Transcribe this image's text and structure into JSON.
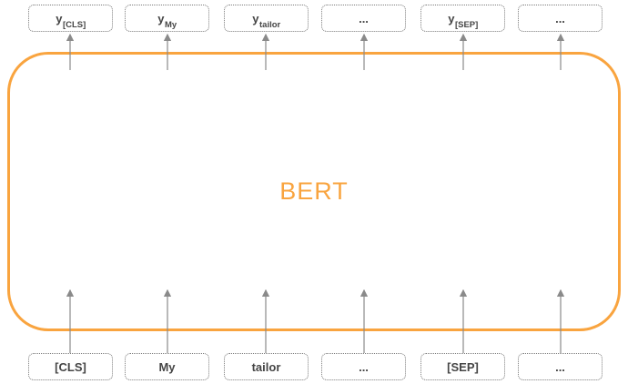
{
  "diagram": {
    "model_label": "BERT",
    "colors": {
      "accent": "#F9A43F",
      "line": "#8A8A8A",
      "text": "#454545",
      "background": "#FFFFFF"
    },
    "outputs": [
      {
        "base": "y",
        "sub": "[CLS]"
      },
      {
        "base": "y",
        "sub": "My"
      },
      {
        "base": "y",
        "sub": "tailor"
      },
      {
        "base": "...",
        "sub": ""
      },
      {
        "base": "y",
        "sub": "[SEP]"
      },
      {
        "base": "...",
        "sub": ""
      }
    ],
    "inputs": [
      "[CLS]",
      "My",
      "tailor",
      "...",
      "[SEP]",
      "..."
    ]
  }
}
